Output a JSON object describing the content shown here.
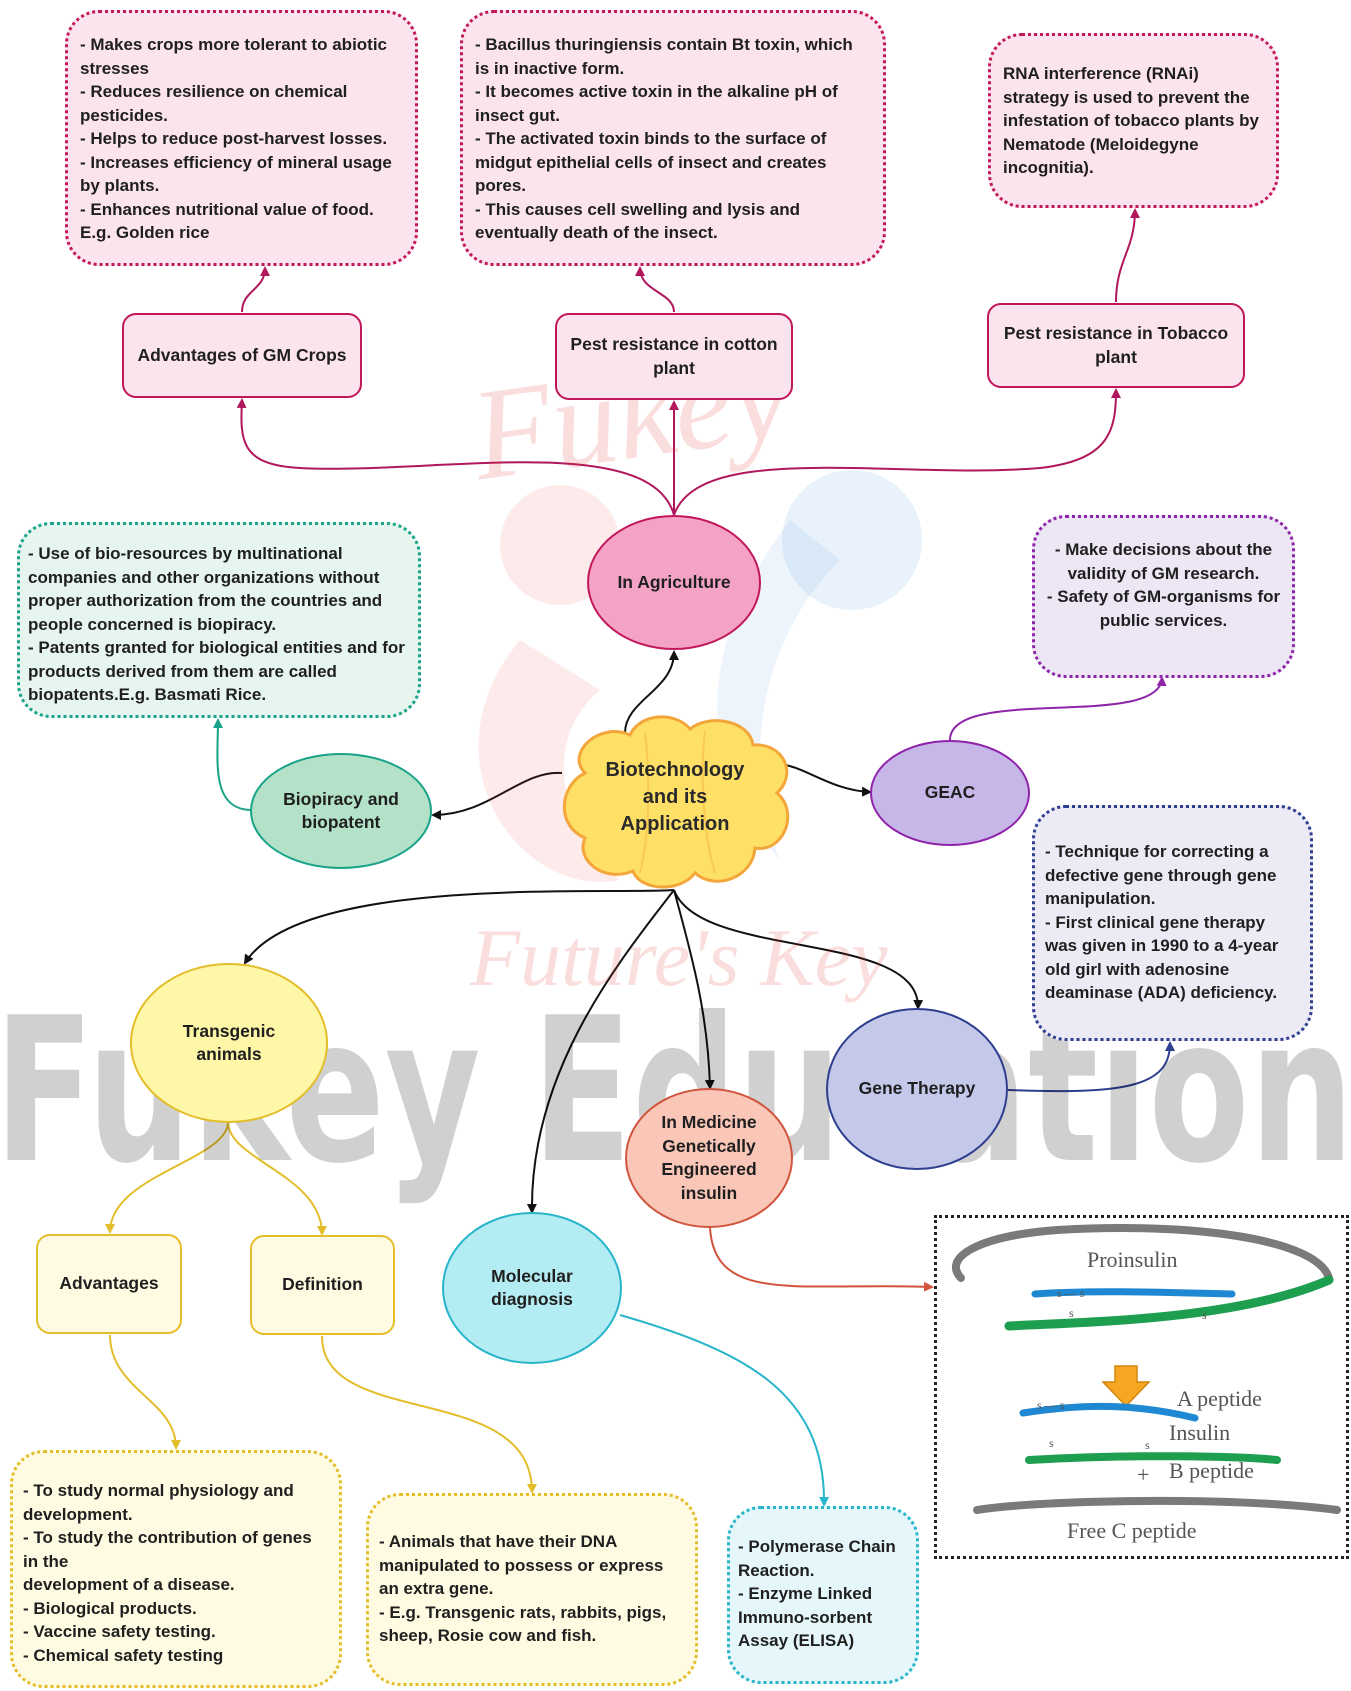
{
  "center": {
    "lines": [
      "Biotechnology",
      "and its",
      "Application"
    ]
  },
  "agriculture": {
    "label": "In Agriculture",
    "gm_crops": {
      "label": "Advantages of GM Crops",
      "notes": [
        "- Makes crops more tolerant to abiotic stresses",
        "- Reduces resilience on chemical pesticides.",
        "- Helps to reduce post-harvest losses.",
        "- Increases efficiency of mineral usage by plants.",
        "- Enhances nutritional value of food.",
        "E.g. Golden rice"
      ]
    },
    "cotton": {
      "label": "Pest resistance in cotton plant",
      "notes": [
        "- Bacillus thuringiensis contain Bt toxin, which is in inactive form.",
        "- It becomes active toxin in the alkaline pH of insect gut.",
        "- The activated toxin binds to the surface of midgut epithelial cells of insect and creates pores.",
        "- This causes cell swelling and lysis and eventually death of the insect."
      ]
    },
    "tobacco": {
      "label": "Pest resistance in Tobacco plant",
      "notes": [
        "RNA interference (RNAi) strategy is used to prevent the infestation of tobacco plants by Nematode (Meloidegyne incognitia)."
      ]
    }
  },
  "biopiracy": {
    "label_lines": [
      "Biopiracy and",
      "biopatent"
    ],
    "notes": [
      "- Use of bio-resources by multinational companies and other organizations without proper authorization from the countries and people concerned is biopiracy.",
      "- Patents granted for biological entities and for products derived from them are called biopatents.E.g. Basmati Rice."
    ]
  },
  "geac": {
    "label": "GEAC",
    "notes": [
      "- Make decisions about the validity of GM research.",
      "- Safety of GM-organisms for public services."
    ]
  },
  "gene_therapy": {
    "label": "Gene Therapy",
    "notes": [
      "- Technique for correcting a defective gene through gene manipulation.",
      "- First clinical gene therapy was given in 1990 to a 4-year old girl with adenosine deaminase (ADA) deficiency."
    ]
  },
  "transgenic": {
    "label_lines": [
      "Transgenic",
      "animals"
    ],
    "advantages": {
      "label": "Advantages",
      "notes": [
        "- To study normal physiology and development.",
        "- To study the contribution of genes in the",
        "development of a disease.",
        "- Biological products.",
        "- Vaccine safety testing.",
        "- Chemical safety testing"
      ]
    },
    "definition": {
      "label": "Definition",
      "notes": [
        "- Animals that have their DNA manipulated to possess or express an extra gene.",
        "- E.g. Transgenic rats, rabbits, pigs, sheep, Rosie cow and fish."
      ]
    }
  },
  "medicine": {
    "label_lines": [
      "In Medicine",
      "Genetically",
      "Engineered",
      "insulin"
    ]
  },
  "molecular": {
    "label_lines": [
      "Molecular",
      "diagnosis"
    ],
    "notes": [
      "- Polymerase Chain Reaction.",
      "- Enzyme Linked Immuno-sorbent Assay (ELISA)"
    ]
  },
  "insulin_figure": {
    "proinsulin": "Proinsulin",
    "a_peptide": "A peptide",
    "insulin": "Insulin",
    "plus": "+",
    "b_peptide": "B peptide",
    "free_c": "Free C peptide",
    "bond": "s — s",
    "s": "s"
  },
  "watermark": {
    "logo": "Fukey",
    "tagline": "Future's Key",
    "brand": "Fukey Education"
  },
  "colors": {
    "agri_pink": "#c2185b",
    "biopiracy_teal": "#1aa389",
    "geac_purple": "#8e24aa",
    "gene_navy": "#2f3f8f",
    "transgenic_yellow": "#e3bd2a",
    "medicine_red": "#d1543c",
    "molecular_cyan": "#27b5c9"
  }
}
